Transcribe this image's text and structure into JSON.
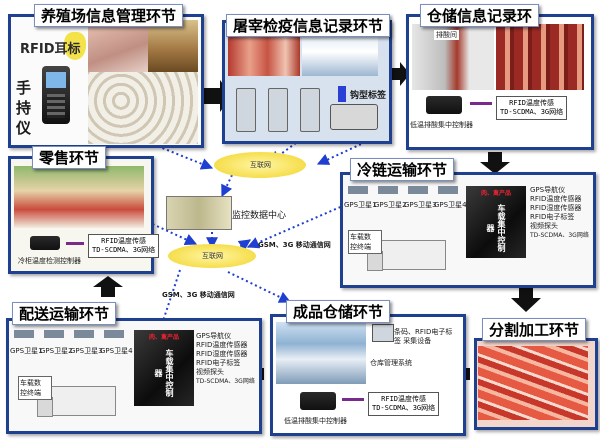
{
  "sections": {
    "breeding": {
      "title": "养殖场信息管理环节",
      "rfid_ear_tag": "RFID耳标",
      "handheld": "手持仪"
    },
    "slaughter": {
      "title": "屠宰检疫信息记录环节",
      "hook_tag": "钩型标签"
    },
    "storage": {
      "title": "仓储信息记录环",
      "photo_sign": "排酸间",
      "collector": "低温排酸集中控制器",
      "sensor": [
        "RFID温度传感",
        "TD-SCDMA、3G网络"
      ]
    },
    "retail": {
      "title": "零售环节",
      "controller": "冷柜温度检测控制器",
      "sensor": [
        "RFID温度传感",
        "TD-SCDMA、3G网络"
      ]
    },
    "cold_chain": {
      "title": "冷链运输环节",
      "gps": [
        "GPS卫星1",
        "GPS卫星2",
        "GPS卫星3",
        "GPS卫星4"
      ],
      "vehicle": "车载数 控终端",
      "box_text": "车载集中控制器",
      "box_corner": "肉、禽产品",
      "features": [
        "GPS导航仪",
        "RFID温度传感器",
        "RFID湿度传感器",
        "RFID电子标签",
        "视频探头",
        "TD-SCDMA、3G网络"
      ]
    },
    "center": {
      "internet_top": "互联网",
      "internet_mid": "互联网",
      "data_center": "监控数据中心",
      "gsm_label": "GSM、3G 移动通信网",
      "gsm_label2": "GSM、3G 移动通信网"
    },
    "finished_storage": {
      "title": "成品仓储环节",
      "rfid_read": "条码、RFID电子标签 采集设备",
      "wms": "仓库管理系统",
      "collector": "低温排酸集中控制器",
      "sensor": [
        "RFID温度传感",
        "TD-SCDMA、3G网络"
      ]
    },
    "delivery": {
      "title": "配送运输环节",
      "gps": [
        "GPS卫星1",
        "GPS卫星2",
        "GPS卫星3",
        "GPS卫星4"
      ],
      "vehicle": "车载数 控终端",
      "box_text": "车载集中控制器",
      "box_corner": "肉、禽产品",
      "features": [
        "GPS导航仪",
        "RFID温度传感器",
        "RFID湿度传感器",
        "RFID电子标签",
        "视频探头",
        "TD-SCDMA、3G网络"
      ]
    },
    "processing": {
      "title": "分割加工环节"
    }
  },
  "colors": {
    "panel_border": "#1f3f8f",
    "arrow": "#1c1c1c",
    "dotted": "#1e3fd0",
    "cloud": "#f5dc45"
  }
}
